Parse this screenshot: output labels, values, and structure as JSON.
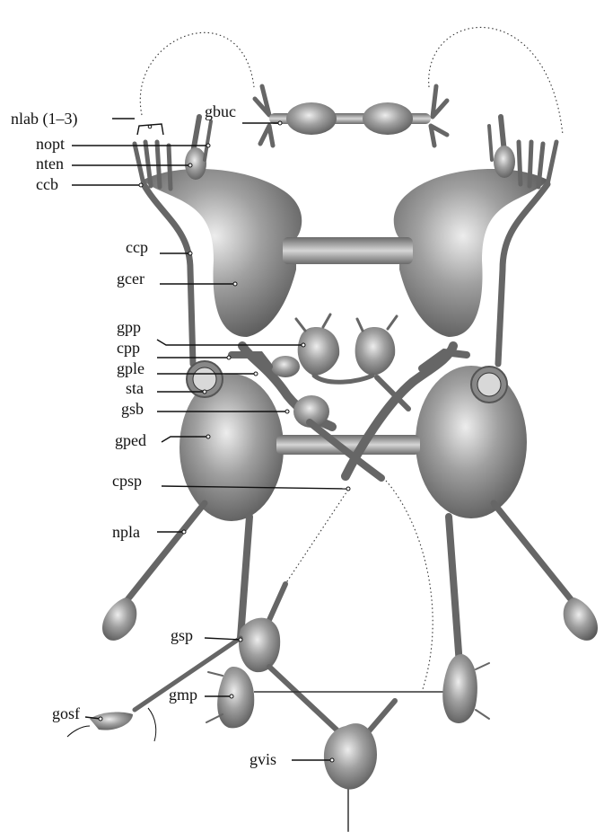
{
  "labels": {
    "nlab": "nlab (1–3)",
    "nopt": "nopt",
    "nten": "nten",
    "ccb": "ccb",
    "gbuc": "gbuc",
    "ccp": "ccp",
    "gcer": "gcer",
    "gpp": "gpp",
    "cpp": "cpp",
    "gple": "gple",
    "sta": "sta",
    "gsb": "gsb",
    "gped": "gped",
    "cpsp": "cpsp",
    "npla": "npla",
    "gsp": "gsp",
    "gmp": "gmp",
    "gosf": "gosf",
    "gvis": "gvis"
  },
  "colors": {
    "tissue_light": "#e6e6e6",
    "tissue_mid": "#9a9a9a",
    "tissue_dark": "#595959",
    "statocyst_fill": "#d8d8d8",
    "line": "#111111"
  }
}
